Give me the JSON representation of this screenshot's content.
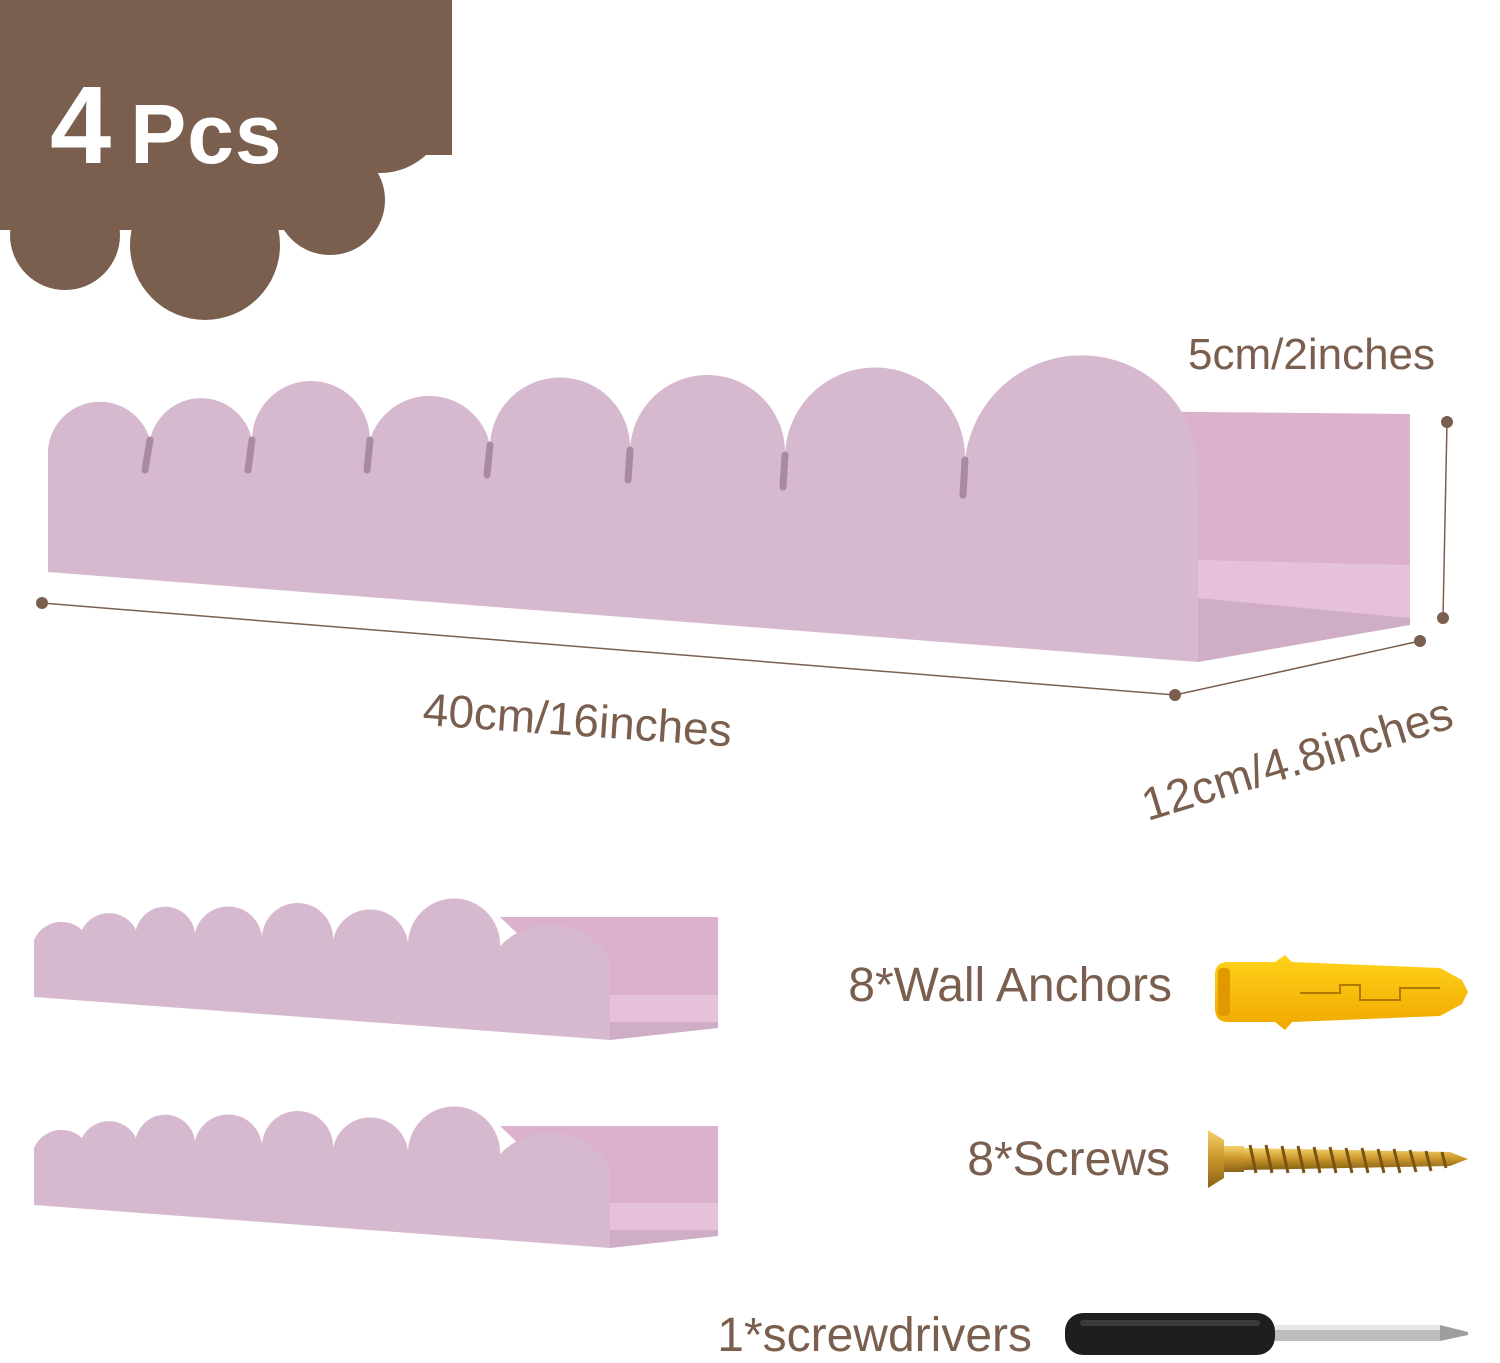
{
  "badge": {
    "count": "4",
    "unit": "Pcs"
  },
  "dimensions": {
    "height": "5cm/2inches",
    "length": "40cm/16inches",
    "depth": "12cm/4.8inches"
  },
  "accessories": [
    {
      "label": "8*Wall Anchors",
      "icon": "wall-anchor-icon"
    },
    {
      "label": "8*Screws",
      "icon": "screw-icon"
    },
    {
      "label": "1*screwdrivers",
      "icon": "screwdriver-icon"
    }
  ],
  "colors": {
    "badge": "#7a5f4f",
    "shelf_front": "#d6b8cf",
    "shelf_back": "#dcb1cd",
    "label_text": "#7a5f4f"
  }
}
